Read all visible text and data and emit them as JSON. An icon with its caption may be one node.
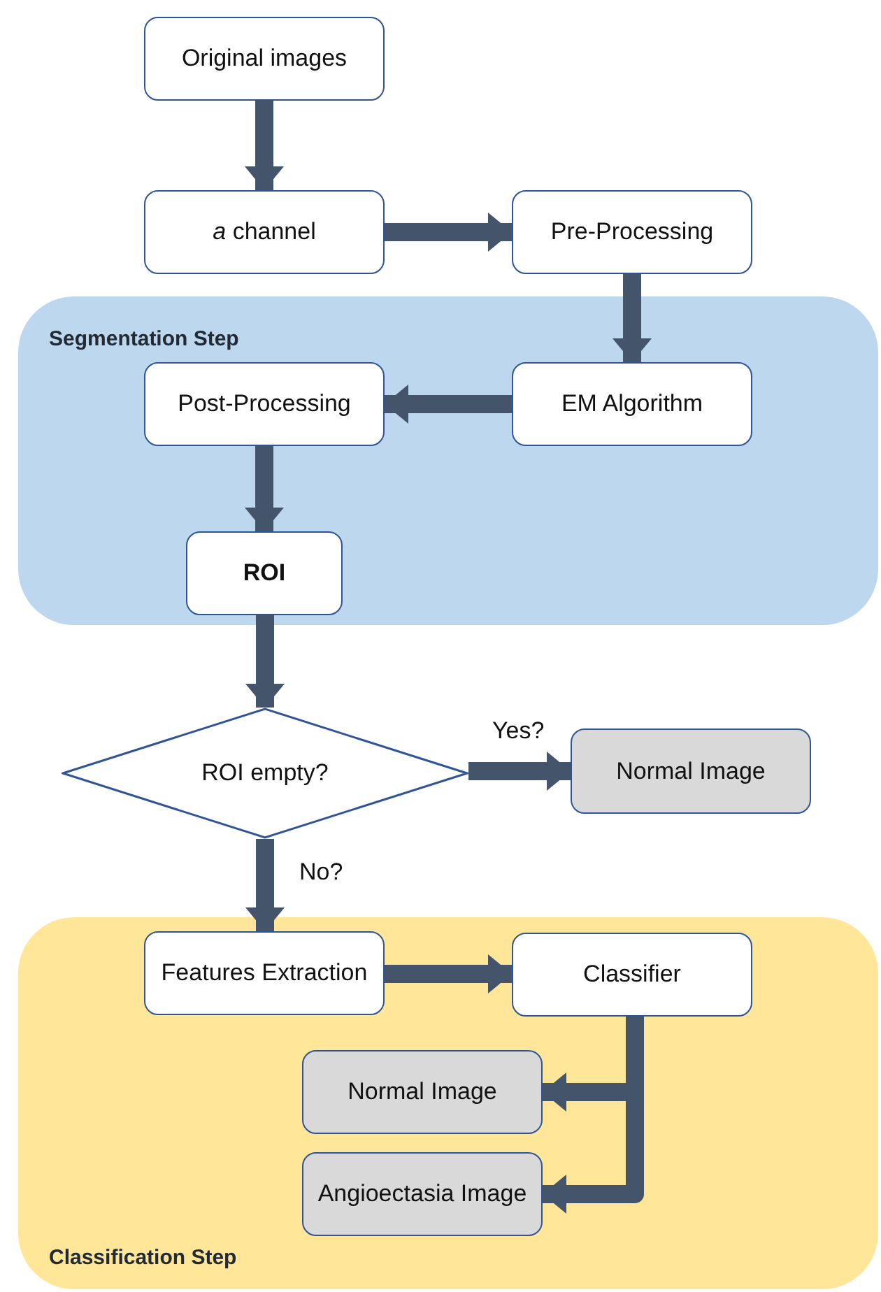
{
  "diagram": {
    "nodes": [
      {
        "text": [
          "Original images"
        ]
      },
      {
        "text": [
          "*a* channel"
        ]
      },
      {
        "text": [
          "Pre-Processing"
        ]
      },
      {
        "text": [
          "Segmentation Step"
        ]
      },
      {
        "text": [
          "Post-Processing"
        ],
        "in": 3
      },
      {
        "text": [
          "EM Algorithm"
        ],
        "in": 3
      },
      {
        "text": [
          "ROI"
        ],
        "in": 3
      },
      {
        "text": [
          "ROI empty?"
        ]
      },
      {
        "text": [
          "Normal Image"
        ]
      },
      {
        "text": [
          "Classification Step"
        ]
      },
      {
        "text": [
          "Features Extraction"
        ],
        "in": 9
      },
      {
        "text": [
          "Classifier"
        ],
        "in": 9
      },
      {
        "text": [
          "Normal Image"
        ],
        "in": 9
      },
      {
        "text": [
          "Angioectasia Image"
        ],
        "in": 9
      }
    ],
    "edges": [
      {
        "from": 0,
        "to": 1,
        "arrow": "to"
      },
      {
        "from": 1,
        "to": 2,
        "arrow": "to"
      },
      {
        "from": 2,
        "to": 5,
        "arrow": "to"
      },
      {
        "from": 5,
        "to": 4,
        "arrow": "to"
      },
      {
        "from": 4,
        "to": 6,
        "arrow": "to"
      },
      {
        "from": 6,
        "to": 7,
        "arrow": "to"
      },
      {
        "from": 7,
        "to": 8,
        "arrow": "to",
        "label": "Yes?"
      },
      {
        "from": 7,
        "to": 10,
        "arrow": "to",
        "label": "No?"
      },
      {
        "from": 10,
        "to": 11,
        "arrow": "to"
      },
      {
        "from": 11,
        "to": 12,
        "arrow": "to"
      },
      {
        "from": 11,
        "to": 13,
        "arrow": "to"
      }
    ]
  }
}
